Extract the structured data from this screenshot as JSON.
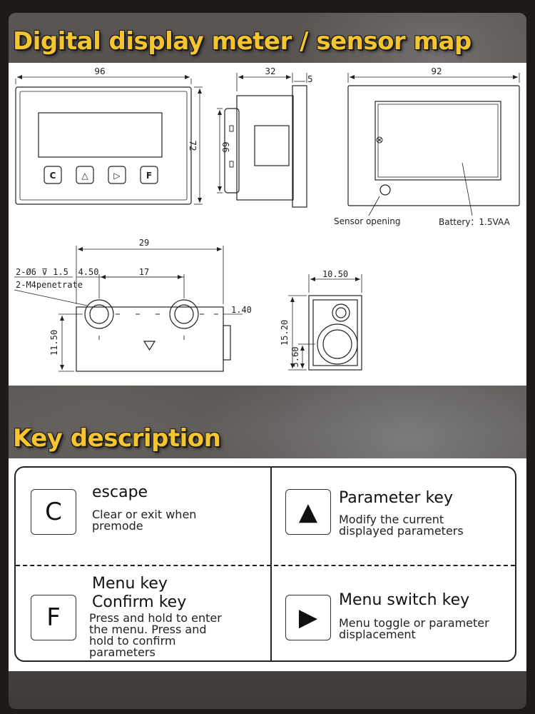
{
  "headings": {
    "section1": "Digital display meter / sensor map",
    "section2": "Key description"
  },
  "colors": {
    "heading_fill": "#f4c530",
    "panel_background": "#ffffff",
    "line": "#222222"
  },
  "drawing": {
    "front_view": {
      "width_dim": "96",
      "height_dim": "72",
      "buttons": [
        "C",
        "△",
        "▷",
        "F"
      ]
    },
    "side_view": {
      "depth_dim": "32",
      "flange_dim": "5",
      "height_dim": "66"
    },
    "back_view": {
      "width_dim": "92",
      "sensor_label": "Sensor opening",
      "battery_label": "Battery：1.5VAA"
    },
    "sensor_front": {
      "width_dim": "29",
      "hole_spec": "2-Ø6 ⊽ 1.5",
      "thread_spec": "2-M4penetrate",
      "offset_dim": "4.50",
      "spacing_dim": "17",
      "edge_dim": "1.40",
      "height_dim": "11.50"
    },
    "sensor_side": {
      "width_dim": "10.50",
      "height_dim": "15.20",
      "lens_dim": "5.60"
    }
  },
  "keys": [
    {
      "icon": "C",
      "title": "escape",
      "desc": "Clear or exit when premode"
    },
    {
      "icon": "▲",
      "title": "Parameter key",
      "desc": "Modify the current displayed parameters"
    },
    {
      "icon": "F",
      "title": "Menu key Confirm key",
      "desc": "Press and hold to enter the menu. Press and hold to confirm parameters"
    },
    {
      "icon": "▶",
      "title": "Menu switch key",
      "desc": "Menu toggle or parameter displacement"
    }
  ]
}
